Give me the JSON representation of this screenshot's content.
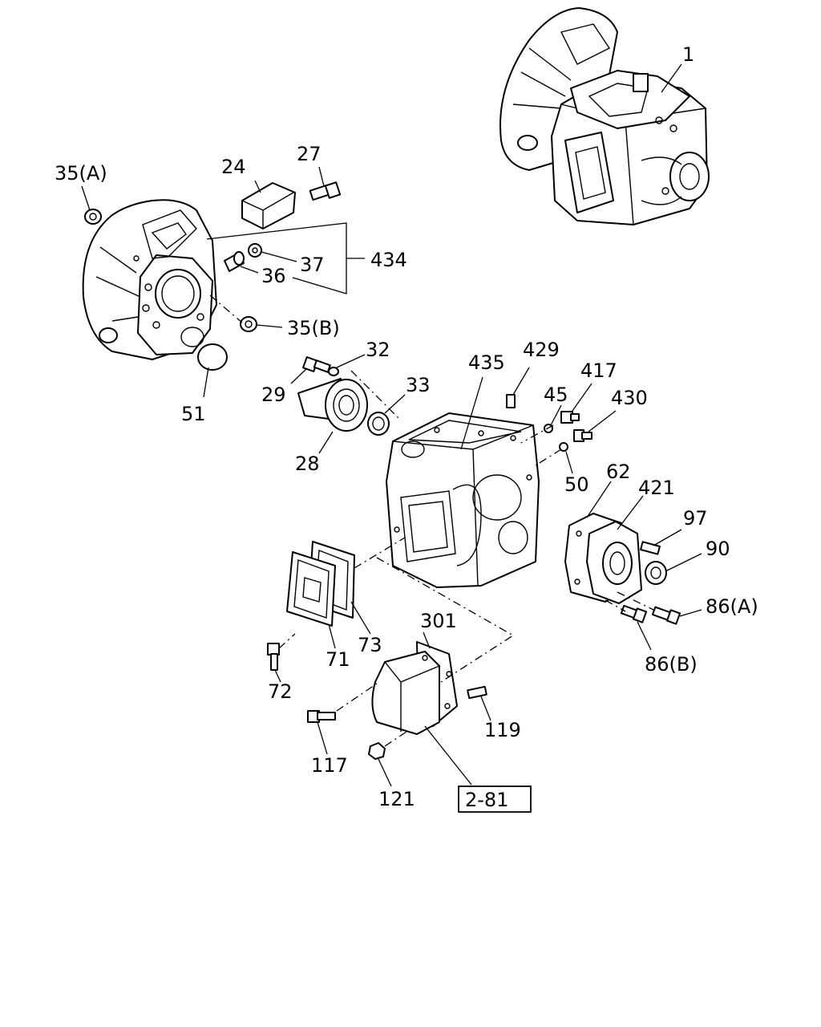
{
  "labels": {
    "p1": "1",
    "p35a": "35(A)",
    "p24": "24",
    "p27": "27",
    "p434": "434",
    "p37": "37",
    "p36": "36",
    "p35b": "35(B)",
    "p51": "51",
    "p32": "32",
    "p29": "29",
    "p33": "33",
    "p28": "28",
    "p435": "435",
    "p429": "429",
    "p45": "45",
    "p417": "417",
    "p430": "430",
    "p50": "50",
    "p62": "62",
    "p421": "421",
    "p97": "97",
    "p90": "90",
    "p86a": "86(A)",
    "p86b": "86(B)",
    "p301": "301",
    "p73": "73",
    "p71": "71",
    "p72": "72",
    "p119": "119",
    "p117": "117",
    "p121": "121",
    "ref281": "2-81"
  }
}
